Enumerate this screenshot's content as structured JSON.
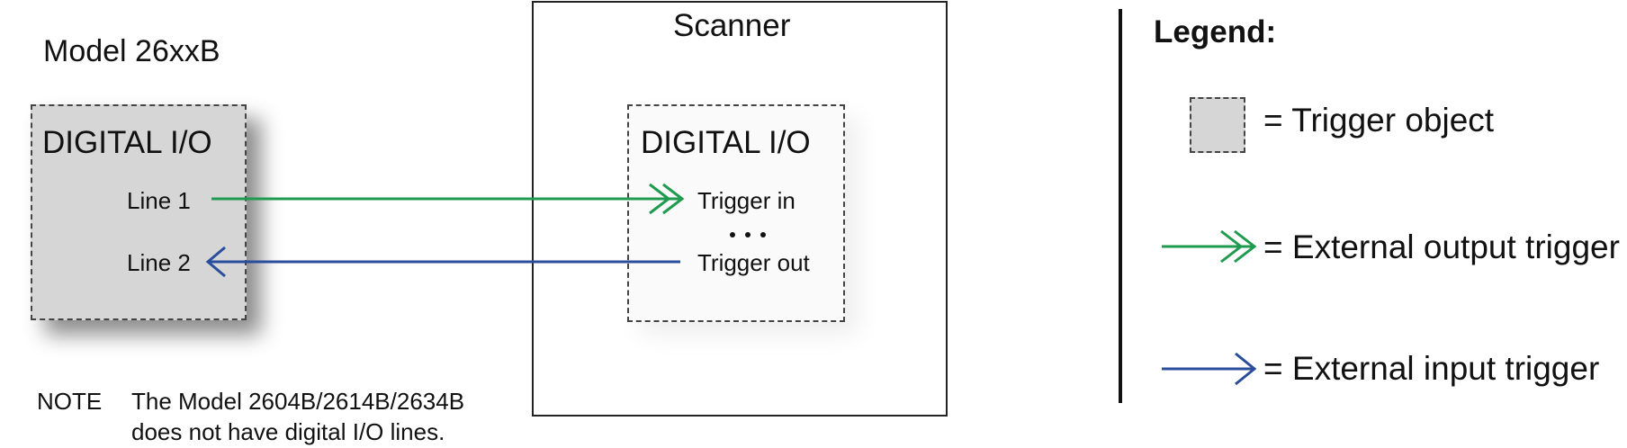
{
  "model": {
    "title": "Model 26xxB",
    "block_label": "DIGITAL I/O",
    "line1": "Line 1",
    "line2": "Line 2"
  },
  "note": {
    "label": "NOTE",
    "line1": "The Model 2604B/2614B/2634B",
    "line2": "does not have digital I/O lines."
  },
  "scanner": {
    "title": "Scanner",
    "block_label": "DIGITAL I/O",
    "trigger_in": "Trigger in",
    "trigger_out": "Trigger out"
  },
  "legend": {
    "title": "Legend:",
    "trigger_object": "= Trigger object",
    "external_output": "= External output trigger",
    "external_input": "= External input trigger"
  },
  "colors": {
    "output_trigger": "#1e9b4e",
    "input_trigger": "#2a4d9c",
    "trigger_object_fill": "#d6d6d6"
  }
}
